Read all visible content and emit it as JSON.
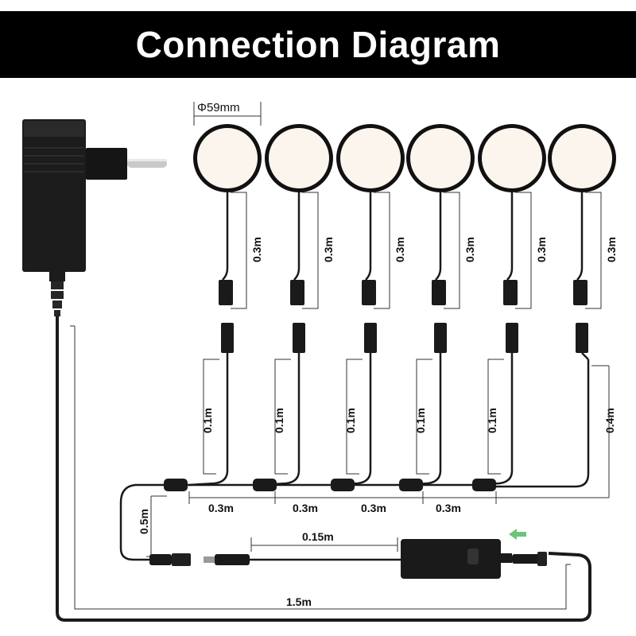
{
  "header": {
    "title": "Connection Diagram"
  },
  "diameter_label": "Φ59mm",
  "lights": [
    {
      "lead_label": "0.3m",
      "cable_label": "0.1m"
    },
    {
      "lead_label": "0.3m",
      "cable_label": "0.1m"
    },
    {
      "lead_label": "0.3m",
      "cable_label": "0.1m"
    },
    {
      "lead_label": "0.3m",
      "cable_label": "0.1m"
    },
    {
      "lead_label": "0.3m",
      "cable_label": "0.1m"
    },
    {
      "lead_label": "0.3m",
      "cable_label": "0.4m"
    }
  ],
  "segments": [
    "0.3m",
    "0.3m",
    "0.3m",
    "0.3m"
  ],
  "left_drop_label": "0.5m",
  "switch_cable_label": "0.15m",
  "adapter_cable_label": "1.5m",
  "colors": {
    "title_bg": "#000000",
    "title_text": "#ffffff",
    "cable": "#1a1a1a",
    "arrow": "#6cc47a"
  }
}
